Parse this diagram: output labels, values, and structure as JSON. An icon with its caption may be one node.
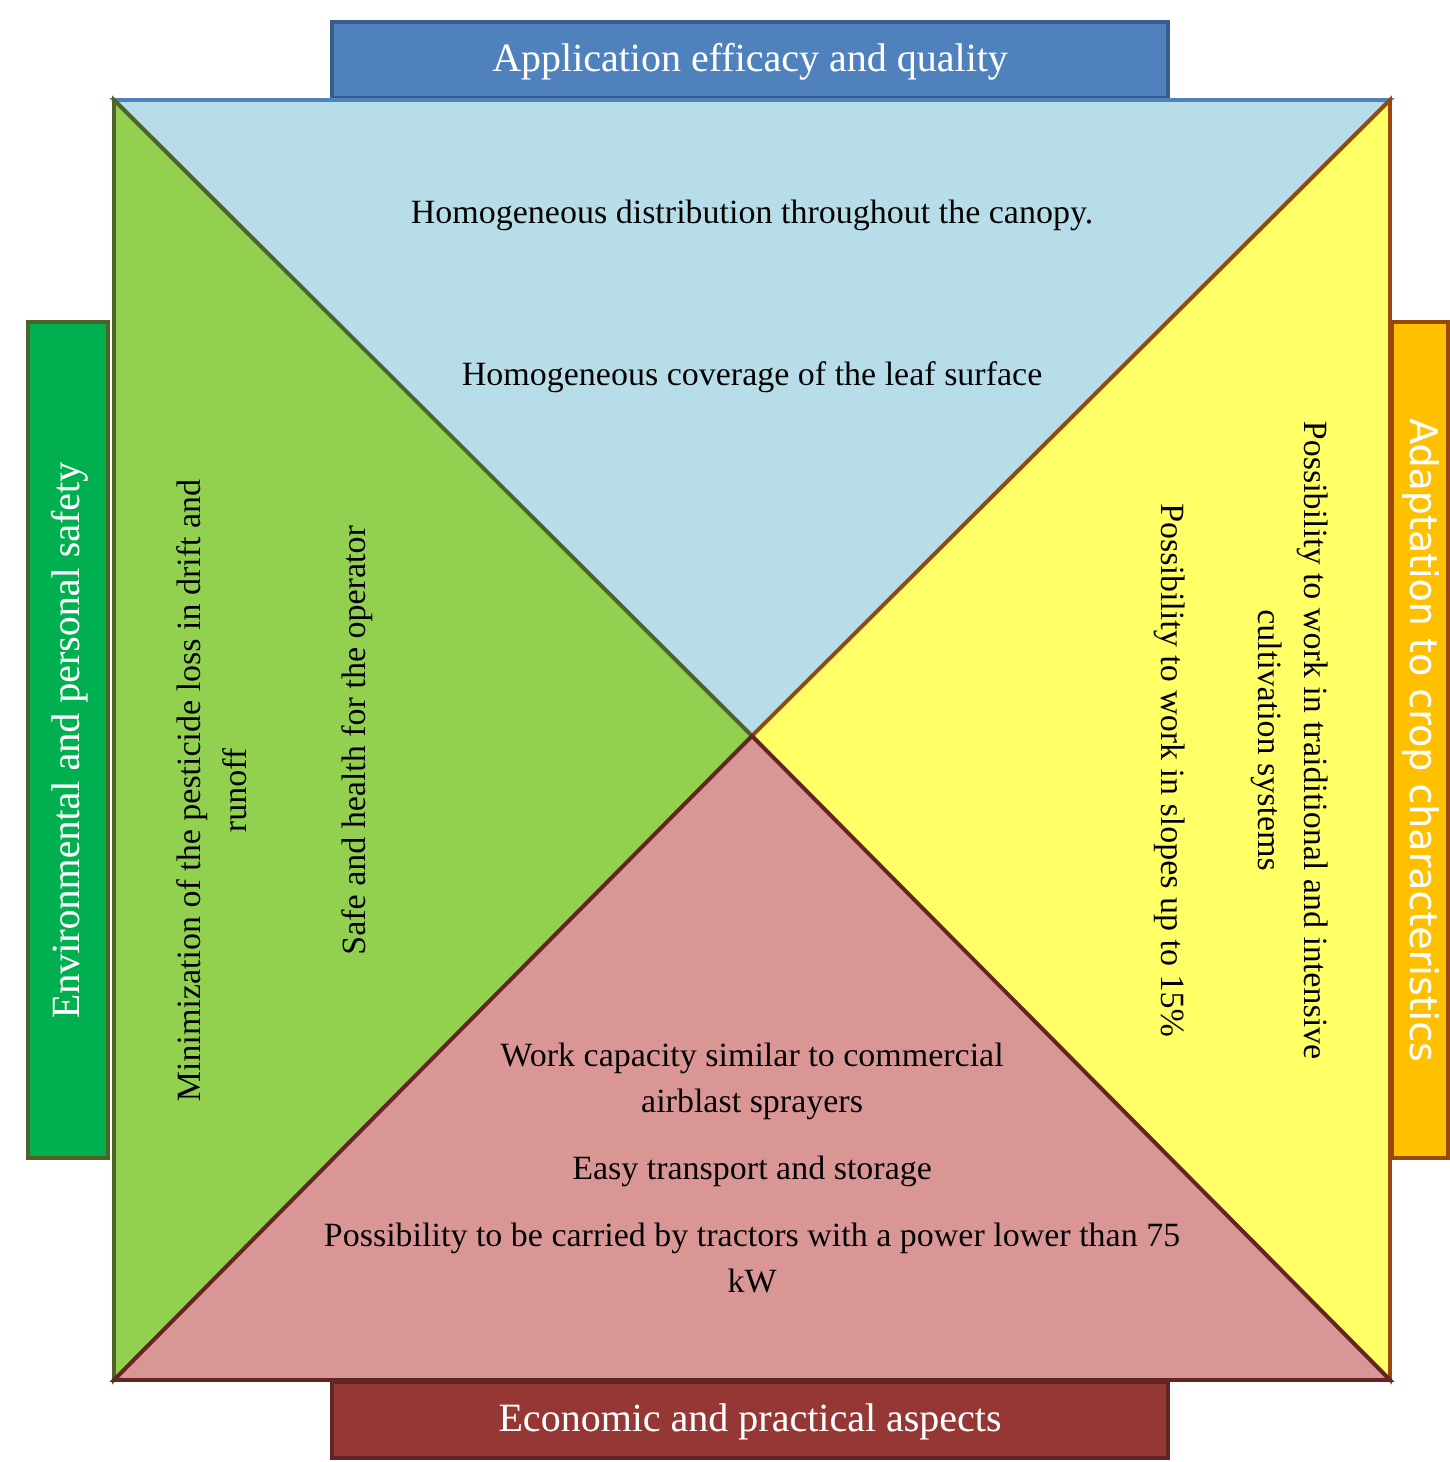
{
  "diagram": {
    "nodes": [
      {
        "text": [
          "Application efficacy and quality"
        ]
      },
      {
        "text": [
          "Homogeneous distribution throughout the canopy.",
          "Homogeneous coverage of the leaf surface"
        ]
      },
      {
        "text": [
          "Environmental and personal safety"
        ]
      },
      {
        "text": [
          "Minimization of the pesticide loss in drift and runoff",
          "Safe and health for the operator"
        ]
      },
      {
        "text": [
          "Possibility to work in traiditional and intensive cultivation systems",
          "Possibility to work in slopes up to 15%"
        ]
      },
      {
        "text": [
          "Adaptation to crop characteristics"
        ]
      },
      {
        "text": [
          "Work capacity similar to commercial airblast sprayers",
          "Easy transport and storage",
          "Possibility to be carried by tractors with a power lower than 75 kW"
        ]
      },
      {
        "text": [
          "Economic and practical aspects"
        ]
      }
    ]
  }
}
